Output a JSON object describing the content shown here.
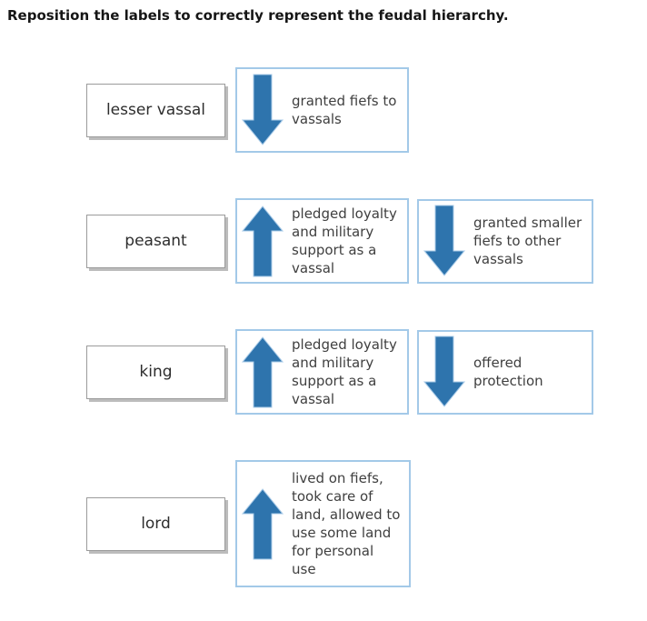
{
  "title": "Reposition the labels to correctly represent the feudal hierarchy.",
  "colors": {
    "arrow_fill": "#2e74ad",
    "arrow_outline": "#a9cbe8",
    "box_border": "#a3c9e8"
  },
  "rows": [
    {
      "label": "lesser vassal",
      "boxes": [
        {
          "arrow": "down",
          "text": "granted fiefs to\nvassals"
        }
      ]
    },
    {
      "label": "peasant",
      "boxes": [
        {
          "arrow": "up",
          "text": "pledged loyalty\nand military\nsupport as a\nvassal"
        },
        {
          "arrow": "down",
          "text": "granted smaller\nfiefs to other\nvassals"
        }
      ]
    },
    {
      "label": "king",
      "boxes": [
        {
          "arrow": "up",
          "text": "pledged loyalty\nand military\nsupport as a\nvassal"
        },
        {
          "arrow": "down",
          "text": "offered\nprotection"
        }
      ]
    },
    {
      "label": "lord",
      "boxes": [
        {
          "arrow": "up",
          "text": "lived on fiefs,\ntook care of\nland, allowed to\nuse some land\nfor personal\nuse"
        }
      ]
    }
  ]
}
